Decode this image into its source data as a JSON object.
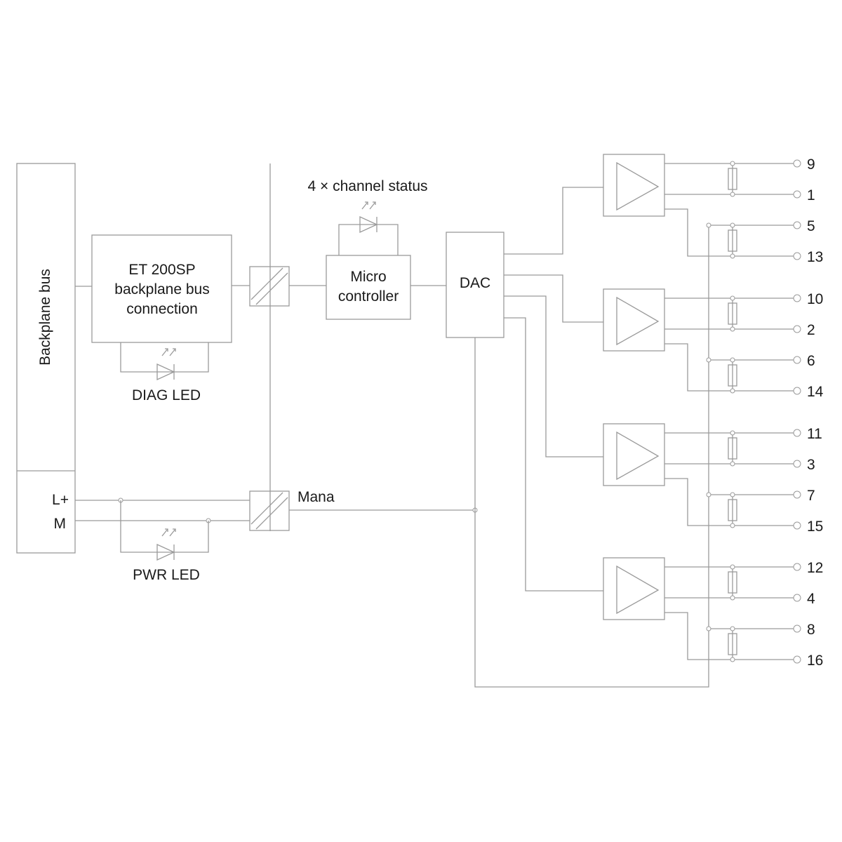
{
  "labels": {
    "backplane_bus": "Backplane bus",
    "et200sp_line1": "ET 200SP",
    "et200sp_line2": "backplane bus",
    "et200sp_line3": "connection",
    "channel_status": "4 × channel status",
    "micro_line1": "Micro",
    "micro_line2": "controller",
    "dac": "DAC",
    "diag_led": "DIAG LED",
    "pwr_led": "PWR LED",
    "mana": "Mana",
    "l_plus": "L+",
    "m": "M"
  },
  "channels": [
    {
      "terminals": [
        "9",
        "1",
        "5",
        "13"
      ]
    },
    {
      "terminals": [
        "10",
        "2",
        "6",
        "14"
      ]
    },
    {
      "terminals": [
        "11",
        "3",
        "7",
        "15"
      ]
    },
    {
      "terminals": [
        "12",
        "4",
        "8",
        "16"
      ]
    }
  ],
  "colors": {
    "line": "#9a9a9a",
    "text": "#1a1a1a"
  }
}
